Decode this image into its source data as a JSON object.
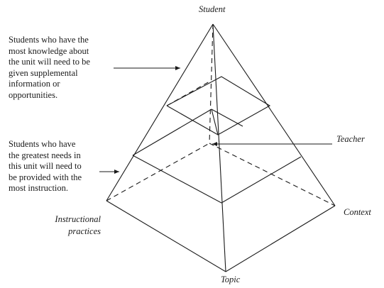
{
  "labels": {
    "student": "Student",
    "teacher": "Teacher",
    "context": "Context",
    "topic": "Topic",
    "instructional_practices": "Instructional\npractices"
  },
  "annotations": {
    "most_knowledge": "Students who have the\nmost knowledge about\nthe unit will need to be\ngiven supplemental\ninformation or\nopportunities.",
    "greatest_needs": "Students who have\nthe greatest needs in\nthis unit will need to\nbe provided with the\nmost instruction."
  }
}
